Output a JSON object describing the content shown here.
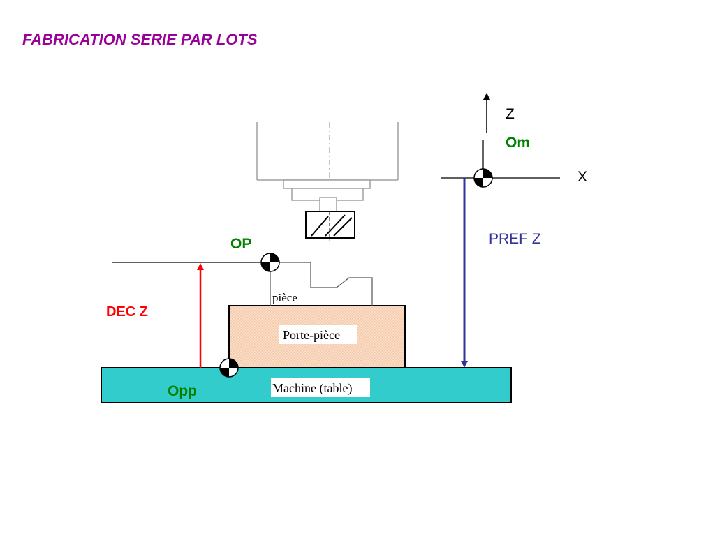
{
  "title": "FABRICATION SERIE PAR LOTS",
  "colors": {
    "title": "#990099",
    "origin_label": "#008000",
    "dec_z": "#ff0000",
    "pref_z": "#333399",
    "table_fill": "#33cccc",
    "fixture_fill": "#fcdcc4",
    "spindle": "#a0a0a0"
  },
  "labels": {
    "axis_z": "Z",
    "axis_x": "X",
    "om": "Om",
    "op": "OP",
    "opp": "Opp",
    "pref_z": "PREF Z",
    "dec_z": "DEC Z",
    "piece": "pièce",
    "porte_piece": "Porte-pièce",
    "machine": "Machine (table)"
  },
  "icons": {
    "origin_symbol": "quartered-circle-origin-icon"
  }
}
